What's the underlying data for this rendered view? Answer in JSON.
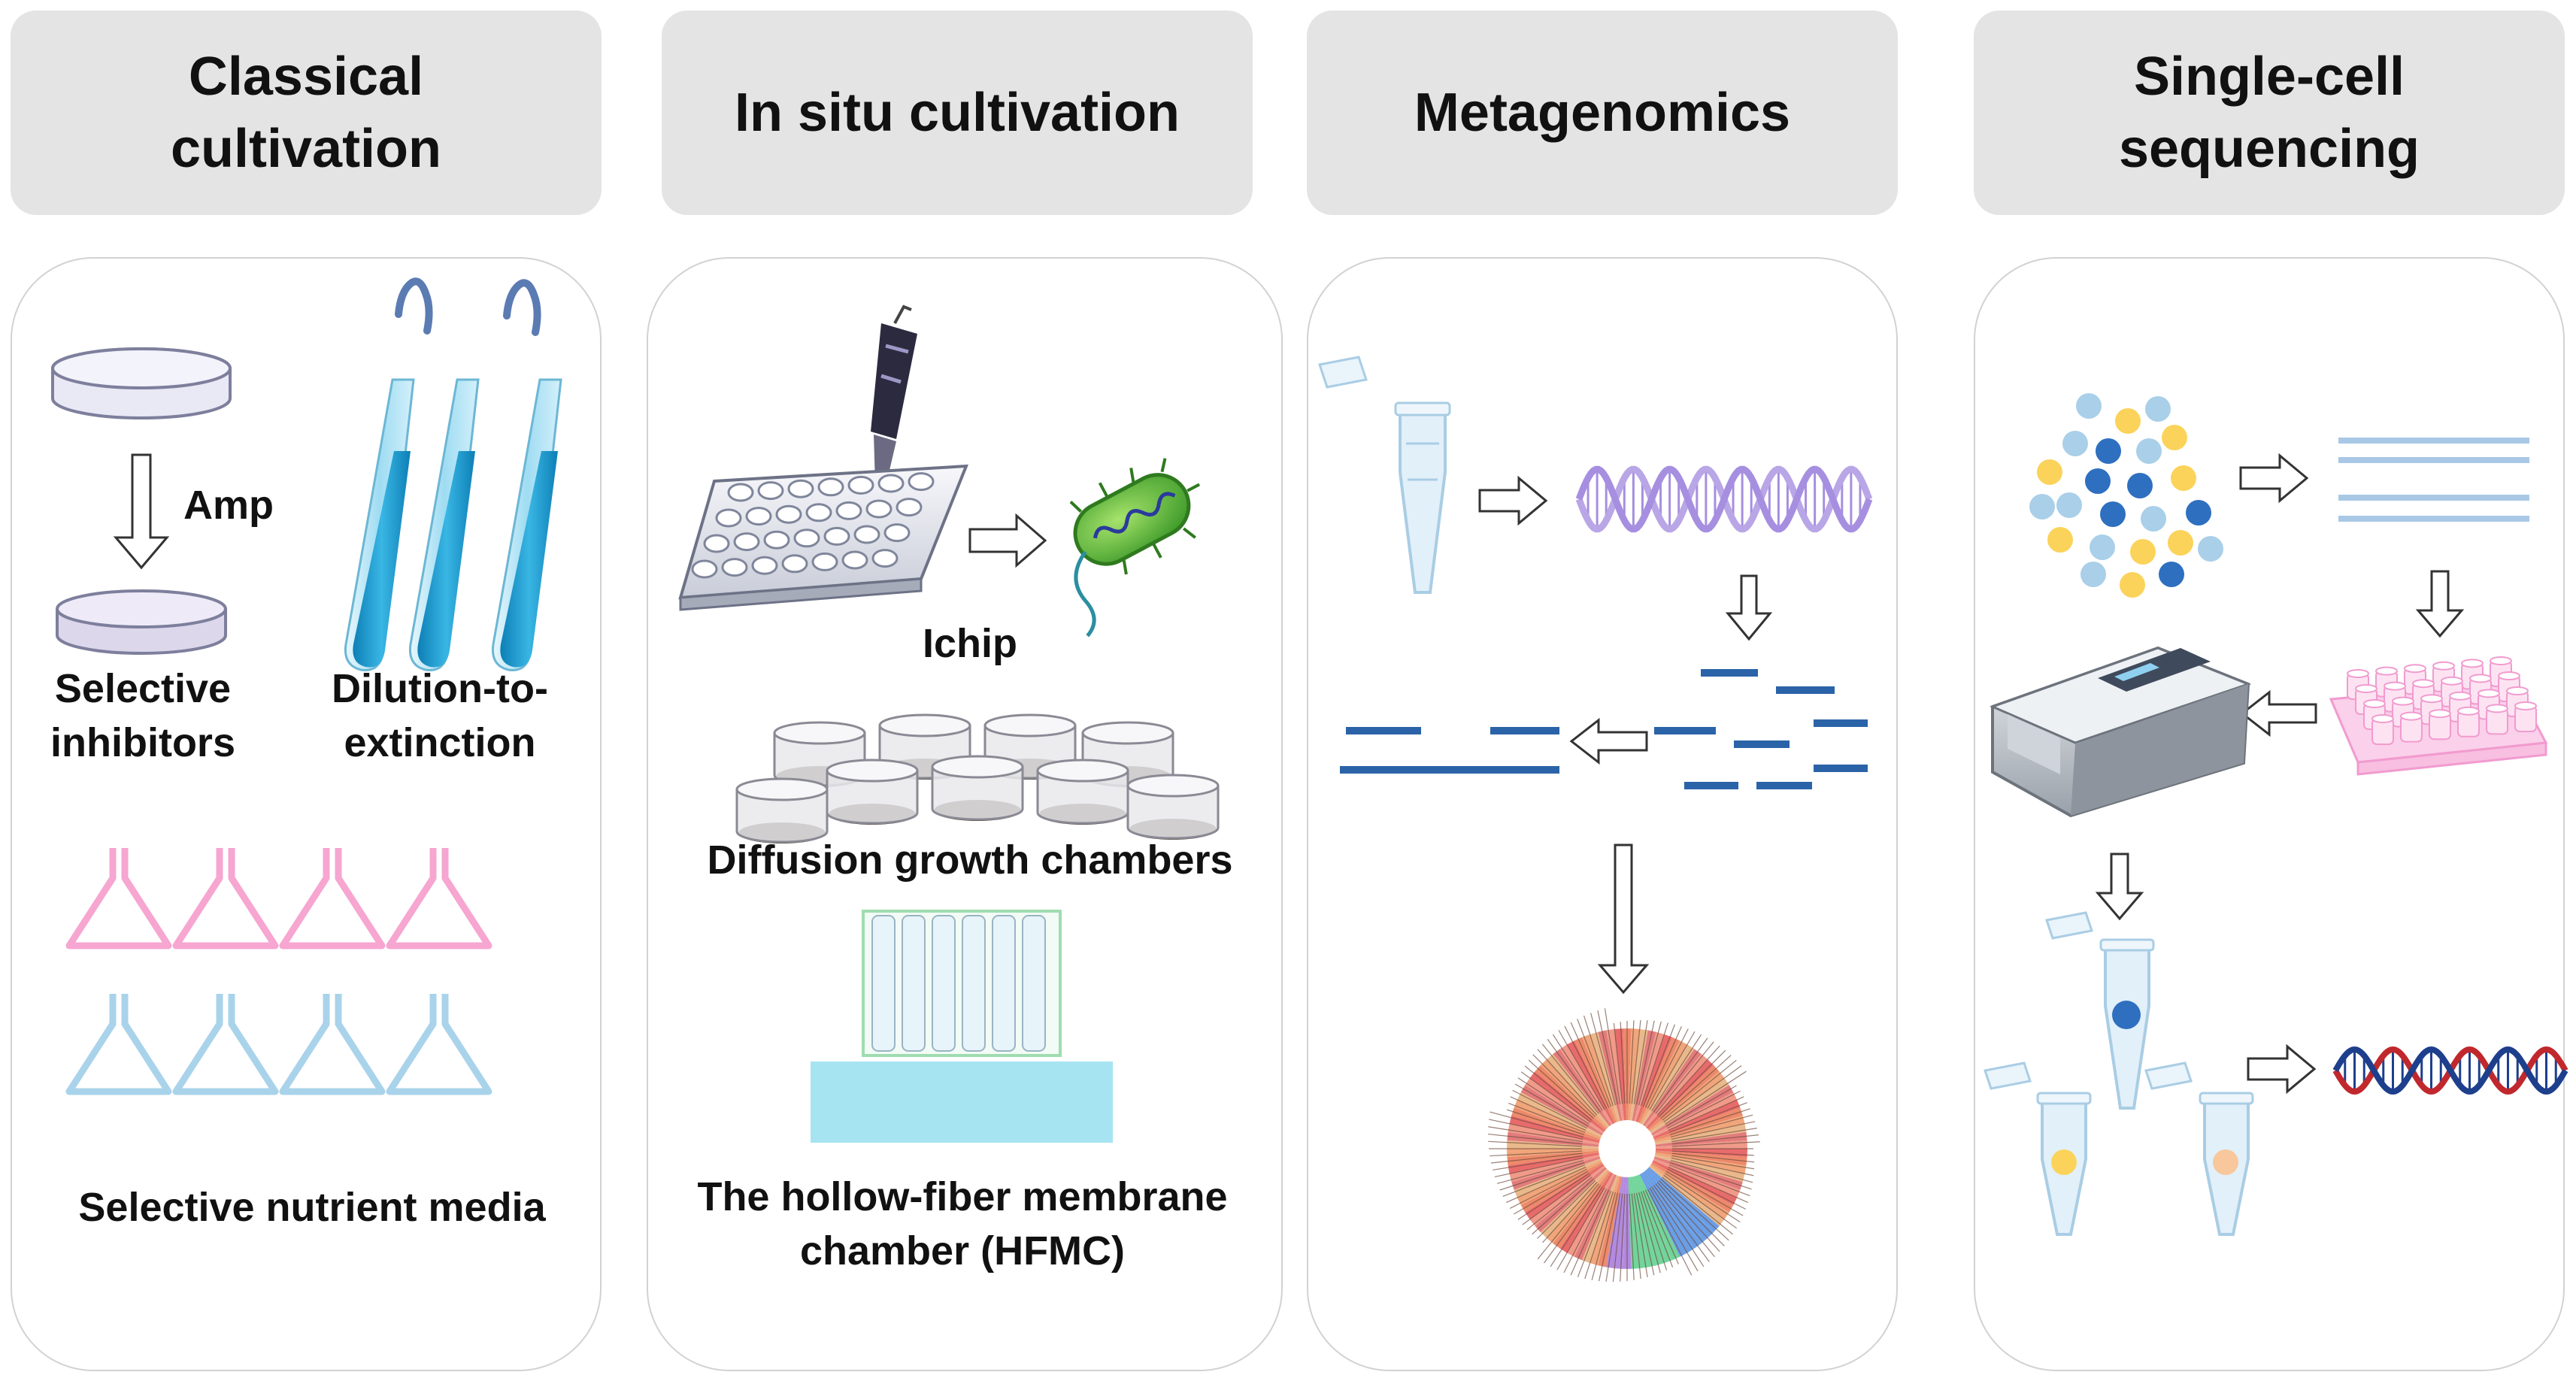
{
  "columns": [
    {
      "header": "Classical\ncultivation",
      "labels": {
        "amp": "Amp",
        "selective_inhibitors": "Selective\ninhibitors",
        "dilution": "Dilution-to-\nextinction",
        "media": "Selective nutrient media"
      }
    },
    {
      "header": "In situ cultivation",
      "labels": {
        "ichip": "Ichip",
        "diffusion": "Diffusion growth chambers",
        "hfmc": "The hollow-fiber membrane\nchamber (HFMC)"
      }
    },
    {
      "header": "Metagenomics",
      "labels": {}
    },
    {
      "header": "Single-cell\nsequencing",
      "labels": {}
    }
  ],
  "colors": {
    "header_bg": "#e4e4e4",
    "tube_blue": "#2aa9d6",
    "flask_pink": "#f6a6d0",
    "flask_blue": "#a9d3ea",
    "dna_purple": "#b9a6e6",
    "read_blue": "#2b63a8",
    "cell_yellow": "#fbd35a",
    "cell_light_blue": "#a9cfe9",
    "cell_dark_blue": "#2e6fc0",
    "helix_red": "#c0282d",
    "helix_blue": "#1d3f8c"
  },
  "icons": [
    "petri-dish-icon",
    "test-tube-icon",
    "flask-icon",
    "pipette-icon",
    "ichip-plate-icon",
    "bacterium-icon",
    "diffusion-chamber-icon",
    "hollow-fiber-chamber-icon",
    "microtube-icon",
    "dna-helix-icon",
    "sequence-reads-icon",
    "phylogenetic-tree-icon",
    "single-cells-icon",
    "sequencing-machine-icon",
    "well-plate-icon",
    "arrow-icon"
  ]
}
